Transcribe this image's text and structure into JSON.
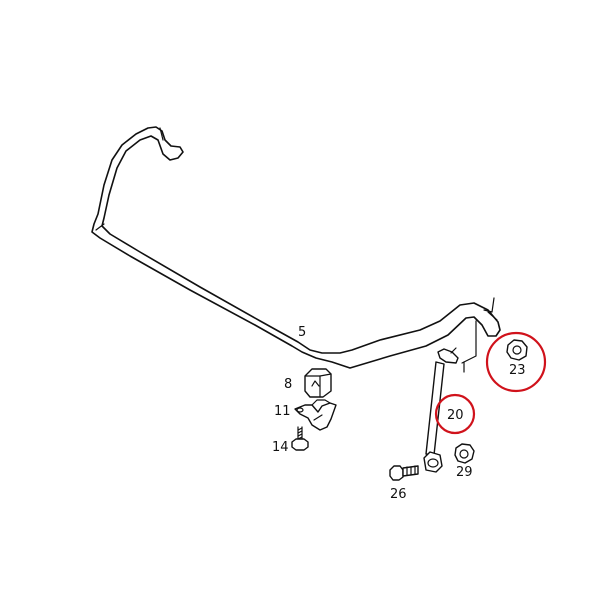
{
  "labels": {
    "bar": "5",
    "bushing": "8",
    "bracket": "11",
    "bolt_14": "14",
    "link": "20",
    "nut_23": "23",
    "bolt_26": "26",
    "nut_29": "29"
  },
  "colors": {
    "line": "#111111",
    "highlight": "#d0121b",
    "background": "#ffffff"
  }
}
